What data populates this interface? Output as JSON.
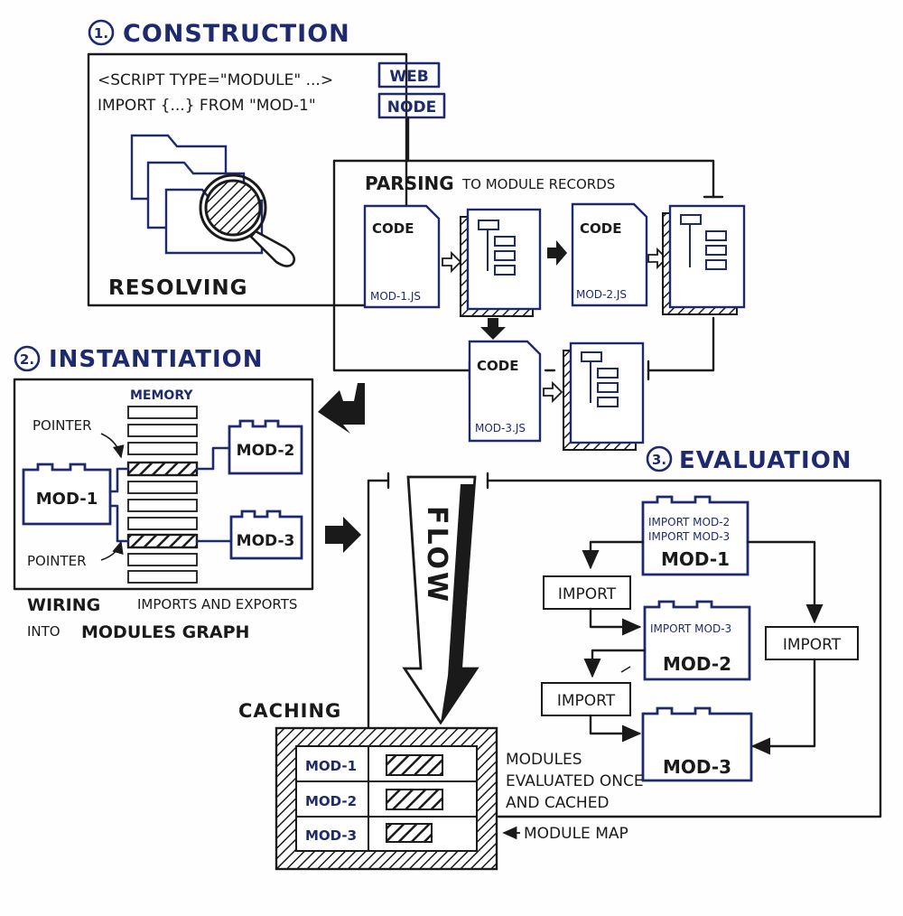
{
  "colors": {
    "ink": "#1a1a1a",
    "blue": "#1e2a6e",
    "paper": "#fefefe"
  },
  "construction": {
    "number": "1.",
    "title": "CONSTRUCTION",
    "code_line_1": "<SCRIPT TYPE=\"MODULE\" ...>",
    "code_line_2": "IMPORT {...} FROM \"MOD-1\"",
    "tag_web": "WEB",
    "tag_node": "NODE",
    "resolving_label": "RESOLVING",
    "parsing_label": "PARSING",
    "parsing_suffix": "TO MODULE RECORDS",
    "code_label": "CODE",
    "file_mod1": "MOD-1.JS",
    "file_mod2": "MOD-2.JS",
    "file_mod3": "MOD-3.JS"
  },
  "instantiation": {
    "number": "2.",
    "title": "INSTANTIATION",
    "memory_label": "MEMORY",
    "pointer_label": "POINTER",
    "mod1": "MOD-1",
    "mod2": "MOD-2",
    "mod3": "MOD-3",
    "wiring_1": "WIRING",
    "wiring_2": "IMPORTS AND EXPORTS",
    "wiring_3": "INTO",
    "wiring_4": "MODULES GRAPH"
  },
  "flow_label": "FLOW",
  "evaluation": {
    "number": "3.",
    "title": "EVALUATION",
    "mod1_imports_1": "IMPORT MOD-2",
    "mod1_imports_2": "IMPORT MOD-3",
    "mod1": "MOD-1",
    "mod2_imports": "IMPORT MOD-3",
    "mod2": "MOD-2",
    "mod3": "MOD-3",
    "import_label": "IMPORT"
  },
  "caching": {
    "title": "CACHING",
    "rows": [
      "MOD-1",
      "MOD-2",
      "MOD-3"
    ],
    "note_1": "MODULES",
    "note_2": "EVALUATED ONCE",
    "note_3": "AND CACHED",
    "module_map": "MODULE MAP"
  }
}
